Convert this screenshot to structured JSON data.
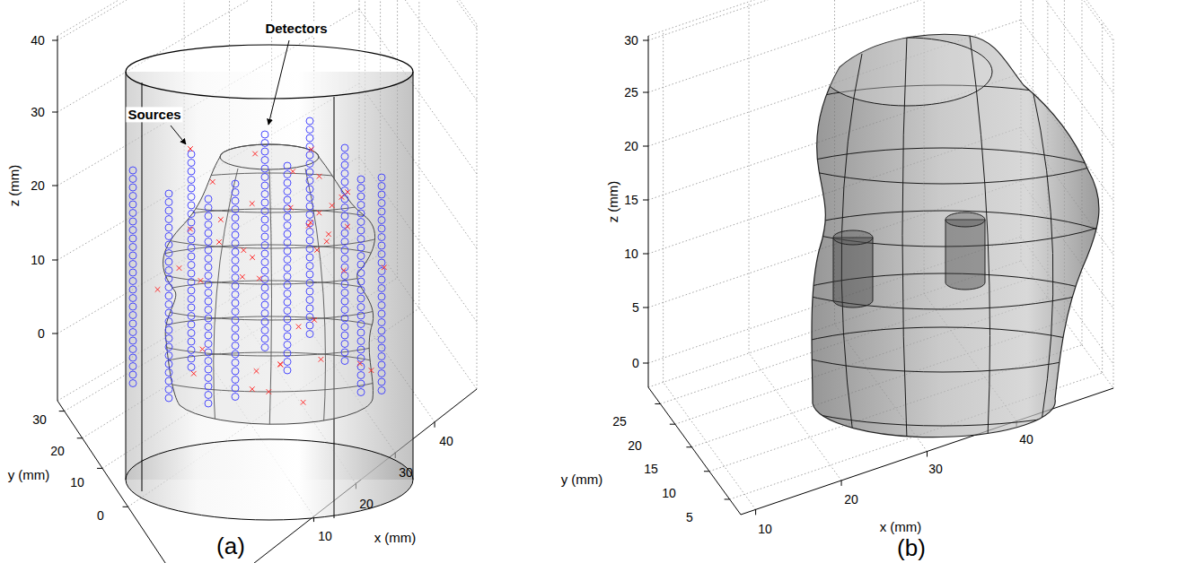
{
  "diagram": {
    "labels": [
      "z (mm)",
      "40",
      "30",
      "20",
      "10",
      "0",
      "Sources",
      "Detectors",
      "y (mm)",
      "30",
      "20",
      "10",
      "0",
      "x (mm)",
      "10",
      "20",
      "30",
      "40",
      "(a)",
      "z (mm)",
      "30",
      "25",
      "20",
      "15",
      "10",
      "5",
      "0",
      "y (mm)",
      "25",
      "20",
      "15",
      "10",
      "5",
      "x (mm)",
      "10",
      "20",
      "30",
      "40",
      "(b)"
    ]
  }
}
